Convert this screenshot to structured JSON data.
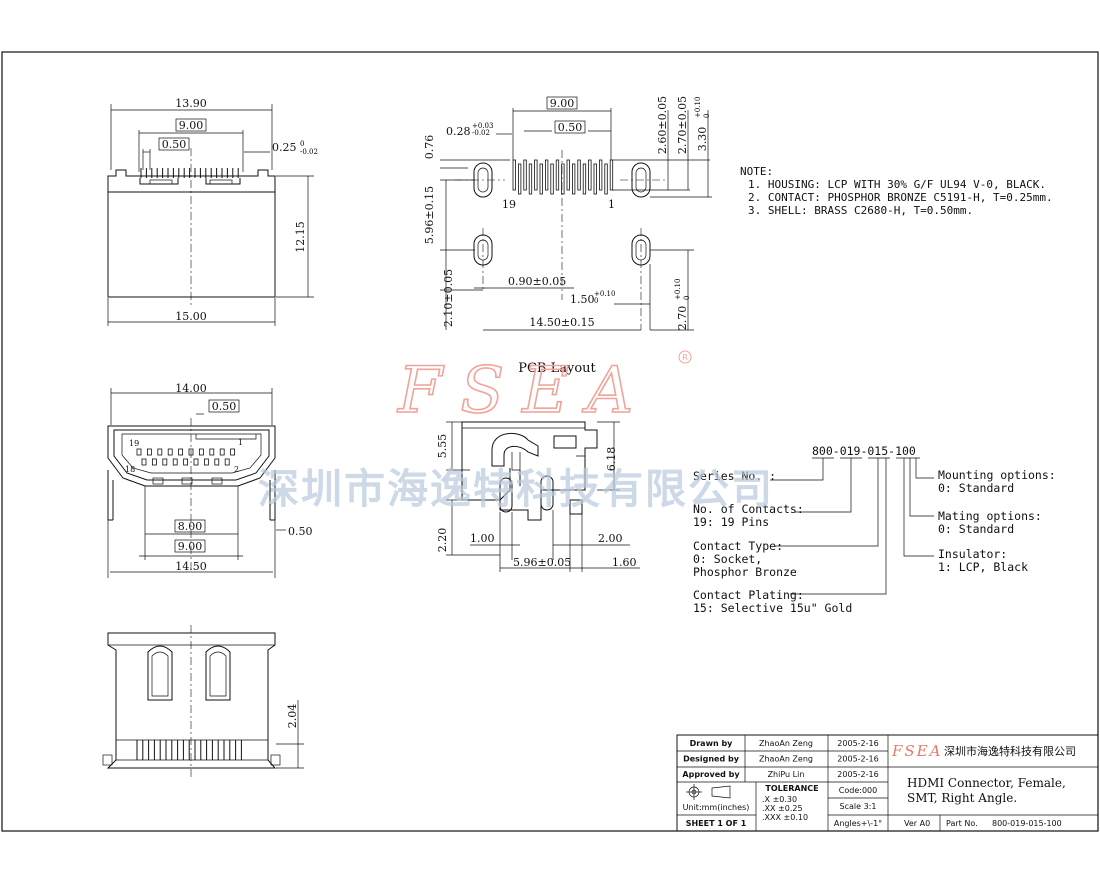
{
  "watermark": {
    "brand": "FSEA",
    "company_cn": "深圳市海逸特科技有限公司"
  },
  "top_view": {
    "overall_width": "13.90",
    "pin_span": "9.00",
    "pitch": "0.50",
    "pin_thickness": "0.25",
    "pin_thickness_tol": "0\n-0.02",
    "height": "12.15",
    "base_width": "15.00"
  },
  "pcb_layout": {
    "title": "PCB Layout",
    "pad_span": "9.00",
    "pitch": "0.50",
    "pad_width": "0.28",
    "pad_width_tol": "+0.03\n-0.02",
    "dim_076": "0.76",
    "dim_260": "2.60±0.05",
    "dim_270": "2.70±0.05",
    "dim_330": "3.30",
    "dim_330_tol": "+0.10\n0",
    "dim_596": "5.96±0.15",
    "dim_210": "2.10±0.05",
    "dim_090": "0.90±0.05",
    "dim_150": "1.50",
    "dim_150_tol": "+0.10\n0",
    "dim_270b": "2.70",
    "dim_270b_tol": "+0.10\n0",
    "dim_1450": "14.50±0.15",
    "pin_19": "19",
    "pin_1": "1"
  },
  "notes": {
    "heading": "NOTE:",
    "items": [
      "1. HOUSING: LCP WITH 30% G/F UL94 V-0, BLACK.",
      "2. CONTACT: PHOSPHOR BRONZE C5191-H, T=0.25mm.",
      "3. SHELL: BRASS C2680-H, T=0.50mm."
    ]
  },
  "front_view": {
    "width_top": "14.00",
    "pitch": "0.50",
    "pin19": "19",
    "pin18": "18",
    "pin1": "1",
    "pin2": "2",
    "dim_800": "8.00",
    "dim_900": "9.00",
    "dim_1450": "14.50",
    "dim_050": "0.50"
  },
  "side_view": {
    "dim_555": "5.55",
    "dim_618": "6.18",
    "dim_220": "2.20",
    "dim_100": "1.00",
    "dim_200": "2.00",
    "dim_596": "5.96±0.05",
    "dim_160": "1.60"
  },
  "bottom_view": {
    "dim_204": "2.04"
  },
  "part_number": {
    "code": "800-019-015-100",
    "series": "Series No. :",
    "contacts": [
      "No. of Contacts:",
      "19: 19 Pins"
    ],
    "contact_type": [
      "Contact Type:",
      "0: Socket,",
      "   Phosphor Bronze"
    ],
    "plating": [
      "Contact Plating:",
      "15: Selective 15u\" Gold"
    ],
    "mounting": [
      "Mounting options:",
      "0: Standard"
    ],
    "mating": [
      "Mating options:",
      "0: Standard"
    ],
    "insulator": [
      "Insulator:",
      "1: LCP, Black"
    ]
  },
  "title_block": {
    "rows": [
      {
        "label": "Drawn   by",
        "name": "ZhaoAn Zeng",
        "date": "2005-2-16"
      },
      {
        "label": "Designed by",
        "name": "ZhaoAn Zeng",
        "date": "2005-2-16"
      },
      {
        "label": "Approved by",
        "name": "ZhiPu Lin",
        "date": "2005-2-16"
      }
    ],
    "tolerance": "TOLERANCE",
    "tol_lines": [
      ".X     ±0.30",
      ".XX    ±0.25",
      ".XXX   ±0.10"
    ],
    "units": "Unit:mm(inches)",
    "code": "Code:000",
    "scale": "Scale 3:1",
    "angles": "Angles+\\-1°",
    "sheet": "SHEET 1 OF 1",
    "brand": "FSEA",
    "company_cn": "深圳市海逸特科技有限公司",
    "title_lines": [
      "HDMI Connector, Female,",
      "SMT, Right Angle."
    ],
    "ver": "Ver A0",
    "part_label": "Part No.",
    "part_value": "800-019-015-100"
  }
}
